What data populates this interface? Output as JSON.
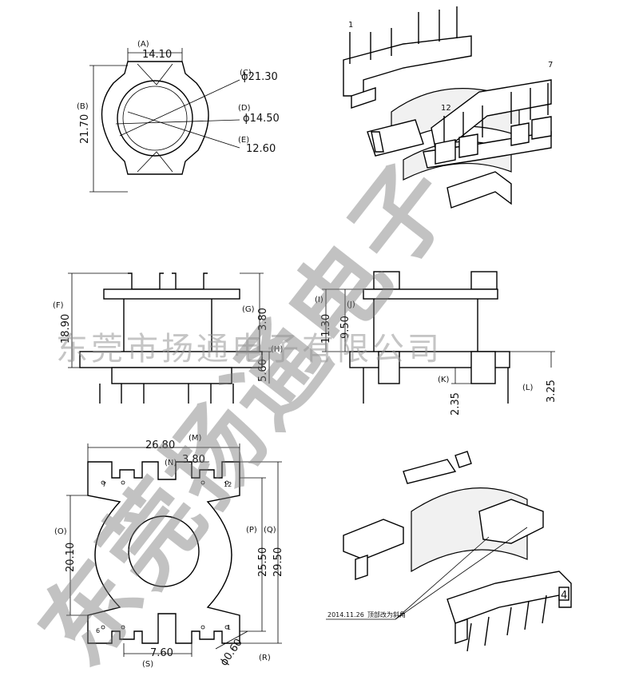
{
  "top_view": {
    "dim_a": "14.10",
    "tag_a": "(A)",
    "dim_b": "21.70",
    "tag_b": "(B)",
    "dim_c": "ϕ21.30",
    "tag_c": "(C)",
    "dim_d": "ϕ14.50",
    "tag_d": "(D)",
    "dim_e": "12.60",
    "tag_e": "(E)"
  },
  "front_view": {
    "dim_f": "18.90",
    "tag_f": "(F)",
    "dim_g": "3.80",
    "tag_g": "(G)",
    "dim_h": "5.60",
    "tag_h": "(H)"
  },
  "side_view": {
    "dim_i": "11.30",
    "tag_i": "(I)",
    "dim_j": "9.50",
    "tag_j": "(J)",
    "dim_k": "2.35",
    "tag_k": "(K)",
    "dim_l": "3.25",
    "tag_l": "(L)"
  },
  "bottom_view": {
    "dim_m": "26.80",
    "tag_m": "(M)",
    "dim_n": "3.80",
    "tag_n": "(N)",
    "dim_o": "20.10",
    "tag_o": "(O)",
    "dim_p": "25.50",
    "tag_p": "(P)",
    "dim_q": "29.50",
    "tag_q": "(Q)",
    "dim_r": "ϕ0.60",
    "tag_r": "(R)",
    "dim_s": "7.60",
    "tag_s": "(S)",
    "pin_7": "7",
    "pin_12": "12",
    "pin_6": "6",
    "pin_1": "1"
  },
  "iso_top": {
    "pin_1": "1",
    "pin_7": "7",
    "pin_12": "12"
  },
  "iso_bottom": {
    "note_date": "2014.11.26",
    "note_text": "顶部改为斜角",
    "mark": "4"
  },
  "watermark": {
    "company_line": "东莞市扬通电子有限公司",
    "diag_big": "东莞扬通电子"
  }
}
